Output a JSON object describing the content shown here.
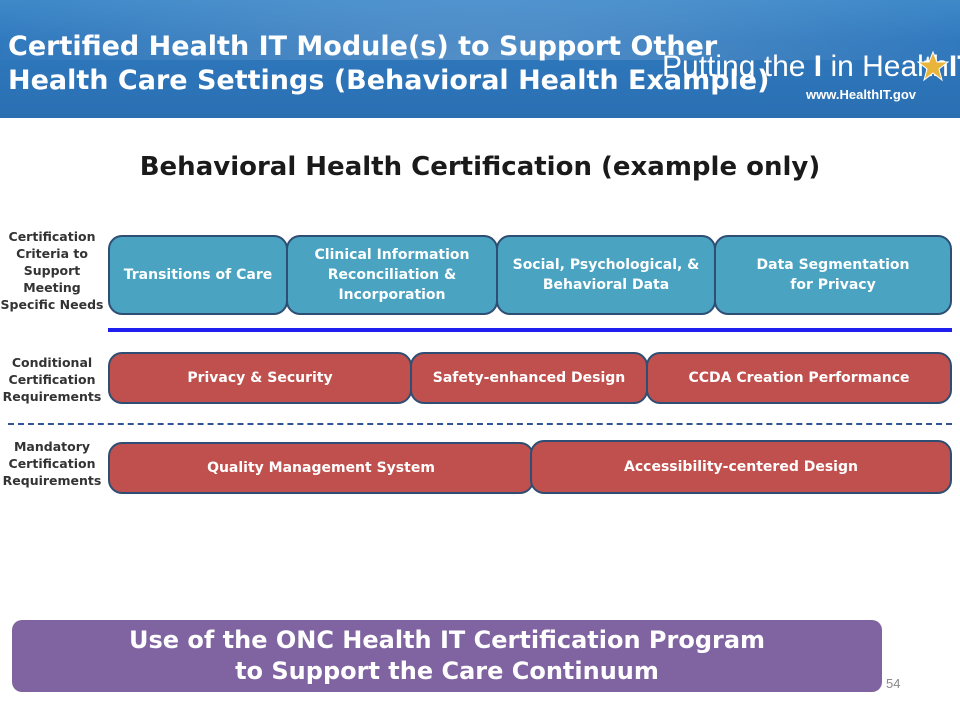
{
  "header": {
    "title_line1": "Certified Health IT Module(s) to Support Other",
    "title_line2": "Health Care Settings (Behavioral Health Example)",
    "logo_text_prefix": "Putting the ",
    "logo_text_i": "I",
    "logo_text_mid": " in Health",
    "logo_text_it": "IT",
    "logo_url": "www.HealthIT.gov"
  },
  "heading": "Behavioral Health Certification (example only)",
  "rows": {
    "criteria": {
      "label_lines": [
        "Certification",
        "Criteria to",
        "Support",
        "Meeting",
        "Specific Needs"
      ],
      "items": [
        {
          "lines": [
            "Transitions of Care"
          ]
        },
        {
          "lines": [
            "Clinical Information",
            "Reconciliation &",
            "Incorporation"
          ]
        },
        {
          "lines": [
            "Social, Psychological, &",
            "Behavioral Data"
          ]
        },
        {
          "lines": [
            "Data Segmentation",
            "for Privacy"
          ]
        }
      ]
    },
    "conditional": {
      "label_lines": [
        "Conditional",
        "Certification",
        "Requirements"
      ],
      "items": [
        "Privacy & Security",
        "Safety-enhanced Design",
        "CCDA Creation Performance"
      ]
    },
    "mandatory": {
      "label_lines": [
        "Mandatory",
        "Certification",
        "Requirements"
      ],
      "items": [
        "Quality Management System",
        "Accessibility-centered Design"
      ]
    }
  },
  "footer": {
    "line1": "Use of the ONC Health IT Certification Program",
    "line2": "to Support the Care Continuum",
    "page_number": "54"
  },
  "colors": {
    "banner": "#2f78bd",
    "criteria_box": "#4aa3c1",
    "requirement_box": "#c0504d",
    "box_border": "#2e4e74",
    "divider": "#1f1ff0",
    "footer_box": "#8064a2"
  }
}
